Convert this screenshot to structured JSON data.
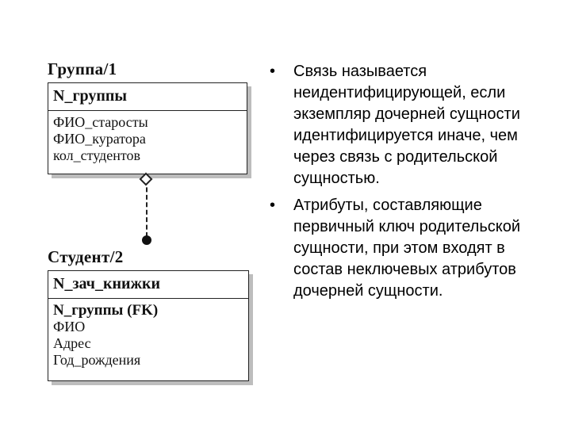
{
  "diagram": {
    "parent": {
      "title": "Группа/1",
      "key": "N_группы",
      "attributes": [
        "ФИО_старосты",
        "ФИО_куратора",
        "кол_студентов"
      ]
    },
    "child": {
      "title": "Студент/2",
      "key": "N_зач_книжки",
      "attributes": [
        {
          "text": "N_группы (FK)",
          "bold": true
        },
        {
          "text": "ФИО",
          "bold": false
        },
        {
          "text": "Адрес",
          "bold": false
        },
        {
          "text": "Год_рождения",
          "bold": false
        }
      ]
    }
  },
  "bullets": [
    {
      "marker": "•",
      "text": " Связь называется неидентифицирующей, если экземпляр дочерней сущности идентифицируется иначе, чем через связь с родительской сущностью."
    },
    {
      "marker": "•",
      "text": " Атрибуты, составляющие первичный ключ родительской сущности, при этом входят в состав неключевых атрибутов дочерней сущности."
    }
  ]
}
